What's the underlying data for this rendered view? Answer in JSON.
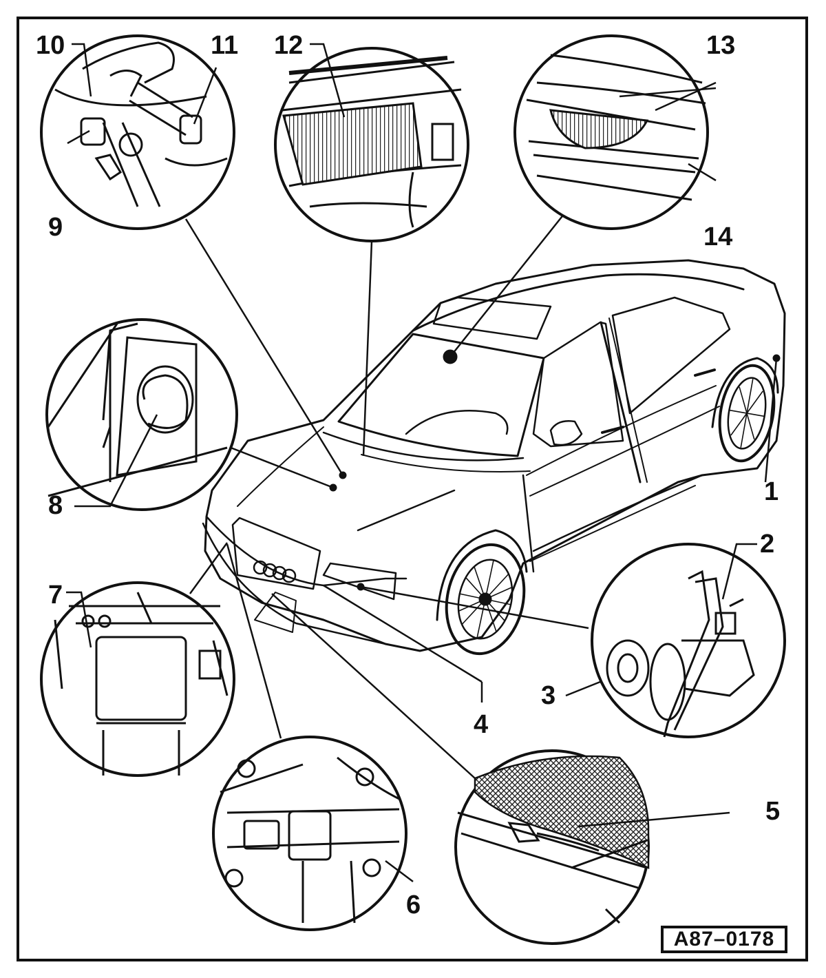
{
  "figure": {
    "reference_code": "A87–0178"
  },
  "callouts": [
    "1",
    "2",
    "3",
    "4",
    "5",
    "6",
    "7",
    "8",
    "9",
    "10",
    "11",
    "12",
    "13",
    "14"
  ],
  "colors": {
    "ink": "#111111",
    "paper": "#ffffff",
    "shade": "#555555"
  }
}
